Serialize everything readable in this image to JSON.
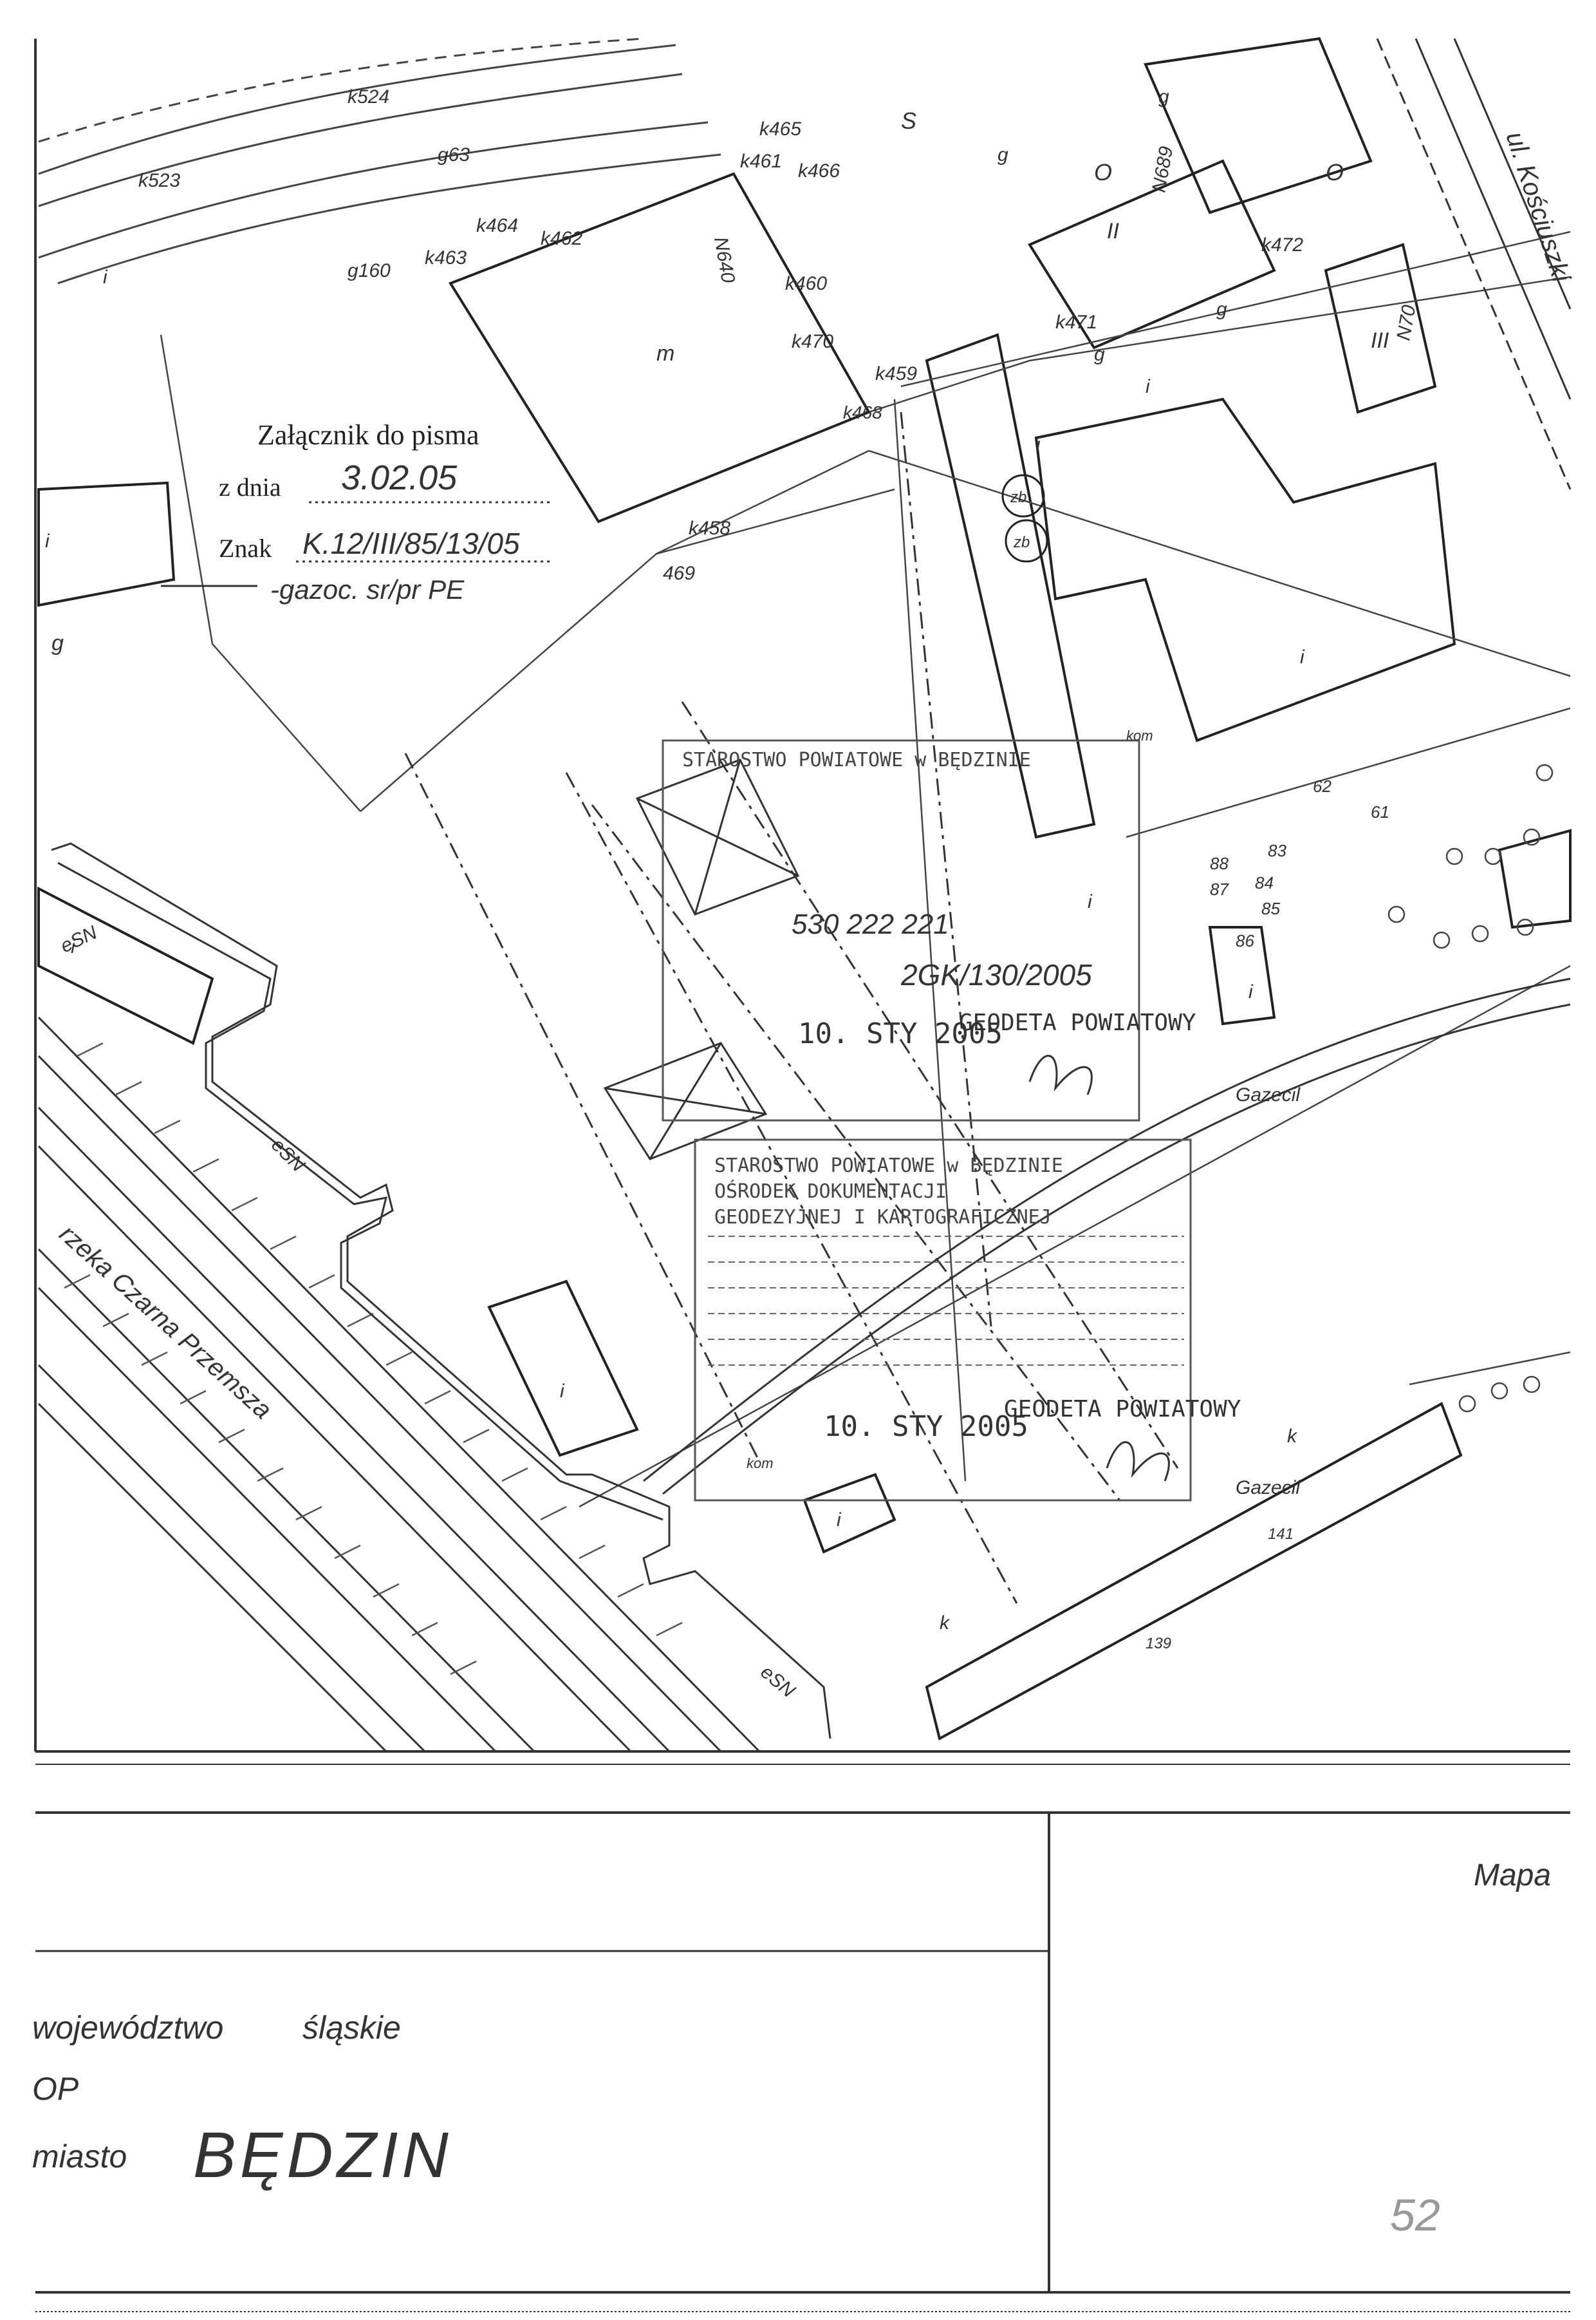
{
  "attachment": {
    "title": "Załącznik do pisma",
    "date_label": "z dnia",
    "date_value": "3.02.05",
    "sign_label": "Znak",
    "sign_value": "K.12/III/85/13/05",
    "note": "-gazoc. sr/pr PE"
  },
  "streets": {
    "kosciuszki": "ul. Kościuszki"
  },
  "river": "rzeka Czarna Przemsza",
  "stamps": {
    "stamp1_header": "STAROSTWO POWIATOWE w BĘDZINIE",
    "stamp1_number": "530 222 221",
    "stamp1_case": "2GK/130/2005",
    "stamp1_date": "10. STY 2005",
    "stamp1_title": "GEODETA POWIATOWY",
    "stamp2_lines": [
      "STAROSTWO POWIATOWE w BĘDZINIE",
      "OŚRODEK DOKUMENTACJI",
      "GEODEZYJNEJ I KARTOGRAFICZNEJ"
    ],
    "stamp2_date": "10. STY 2005",
    "stamp2_title": "GEODETA POWIATOWY"
  },
  "map_labels": {
    "points": [
      "k523",
      "k524",
      "k465",
      "k461",
      "k466",
      "k464",
      "k462",
      "k463",
      "k460",
      "k459",
      "k458",
      "k471",
      "k472",
      "k470",
      "k468",
      "469",
      "g160",
      "g63"
    ],
    "letters": [
      "S",
      "O",
      "O",
      "g",
      "g",
      "g",
      "g",
      "g",
      "II",
      "III",
      "m",
      "i",
      "i",
      "i",
      "i",
      "i",
      "i",
      "i",
      "i",
      "i",
      "i",
      "zb",
      "zb",
      "kom",
      "kom",
      "k",
      "k"
    ],
    "codes": [
      "N640",
      "N689",
      "N70",
      "eSN",
      "eSN",
      "eSN",
      "62",
      "61",
      "83",
      "84",
      "85",
      "86",
      "87",
      "88",
      "139",
      "141",
      "Gazecil",
      "Gazecil"
    ]
  },
  "title_block": {
    "map_word": "Mapa",
    "voivodeship_label": "województwo",
    "voivodeship_value": "śląskie",
    "op": "OP",
    "city_label": "miasto",
    "city_value": "BĘDZIN",
    "sheet": "52"
  }
}
